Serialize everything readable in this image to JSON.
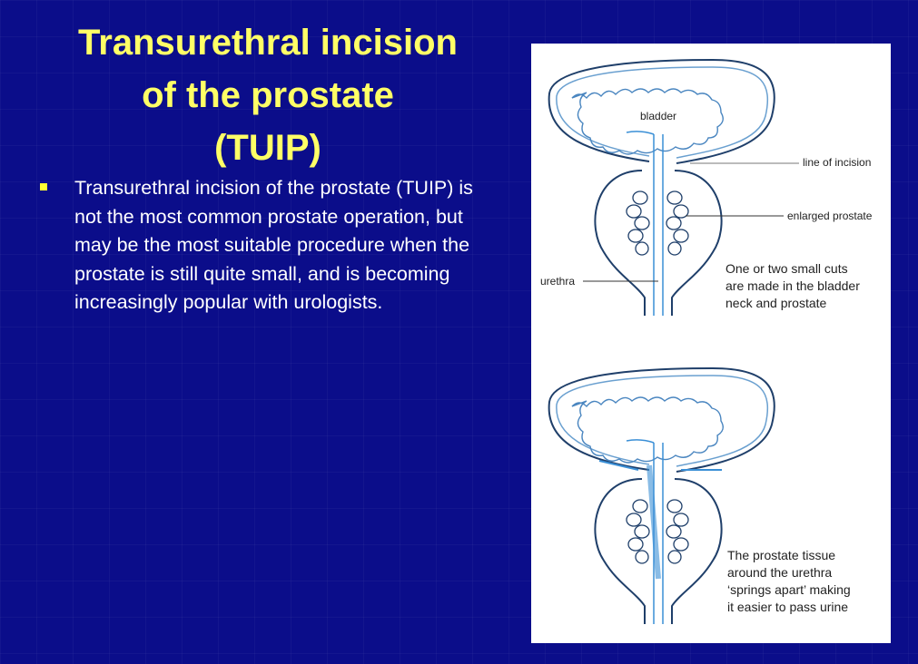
{
  "slide": {
    "title_lines": [
      "Transurethral incision",
      "of the prostate",
      "(TUIP)"
    ],
    "bullets": [
      "Transurethral incision of the prostate (TUIP) is not the most common prostate operation, but may be the most suitable procedure when the prostate is still quite small, and is becoming increasingly popular with urologists."
    ]
  },
  "figure": {
    "top": {
      "labels": {
        "bladder": "bladder",
        "line_of_incision": "line of incision",
        "enlarged_prostate": "enlarged prostate",
        "urethra": "urethra"
      },
      "caption_lines": [
        "One or two small cuts",
        "are made in the bladder",
        "neck and prostate"
      ]
    },
    "bottom": {
      "caption_lines": [
        "The prostate tissue",
        "around the urethra",
        "‘springs apart’ making",
        "it easier to pass urine"
      ]
    }
  },
  "colors": {
    "background": "#0b0d8a",
    "title": "#ffff66",
    "bullet": "#ffff33",
    "diagram_line": "#1f3f6a",
    "diagram_accent": "#3a8fd6"
  }
}
